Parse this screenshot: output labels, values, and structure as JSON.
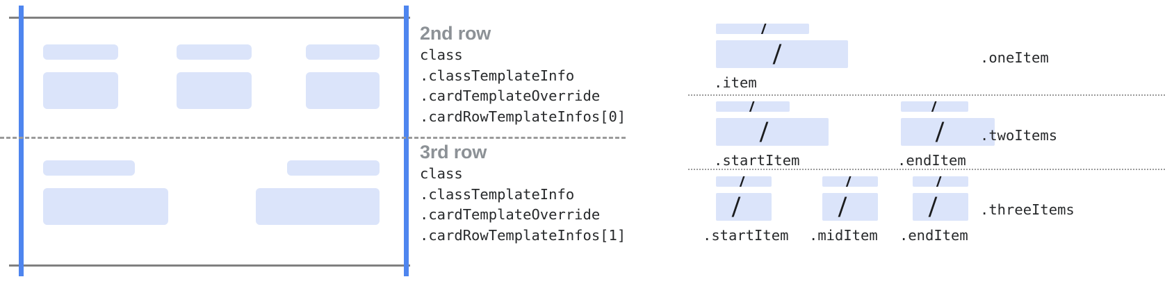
{
  "colors": {
    "placeholder_fill": "#dbe4fa",
    "guide_blue": "#4e85ef",
    "frame_gray": "#808080",
    "dash_gray": "#9a9a9a",
    "heading_gray": "#8c9196",
    "code_text": "#27292b"
  },
  "left_diagram": {
    "name": "card-rows-preview",
    "rows": [
      {
        "id": "second-row",
        "columns": [
          {
            "label_bar": true,
            "content_bar": true
          },
          {
            "label_bar": true,
            "content_bar": true
          },
          {
            "label_bar": true,
            "content_bar": true
          }
        ]
      },
      {
        "id": "third-row",
        "columns": [
          {
            "label_bar": true,
            "content_bar": true
          },
          {
            "label_bar": true,
            "content_bar": true
          }
        ]
      }
    ]
  },
  "row_notes": [
    {
      "title": "2nd row",
      "code_lines": [
        "class",
        ".classTemplateInfo",
        ".cardTemplateOverride",
        ".cardRowTemplateInfos[0]"
      ]
    },
    {
      "title": "3rd row",
      "code_lines": [
        "class",
        ".classTemplateInfo",
        ".cardTemplateOverride",
        ".cardRowTemplateInfos[1]"
      ]
    }
  ],
  "right_diagram": {
    "name": "row-layout-variants",
    "slash_glyph": "/",
    "variants": [
      {
        "label": ".oneItem",
        "items": [
          {
            "caption": ".item",
            "width": 190
          }
        ]
      },
      {
        "label": ".twoItems",
        "items": [
          {
            "caption": ".startItem",
            "width": 162
          },
          {
            "caption": ".endItem",
            "width": 135
          }
        ]
      },
      {
        "label": ".threeItems",
        "items": [
          {
            "caption": ".startItem",
            "width": 80
          },
          {
            "caption": ".midItem",
            "width": 80
          },
          {
            "caption": ".endItem",
            "width": 80
          }
        ]
      }
    ]
  }
}
